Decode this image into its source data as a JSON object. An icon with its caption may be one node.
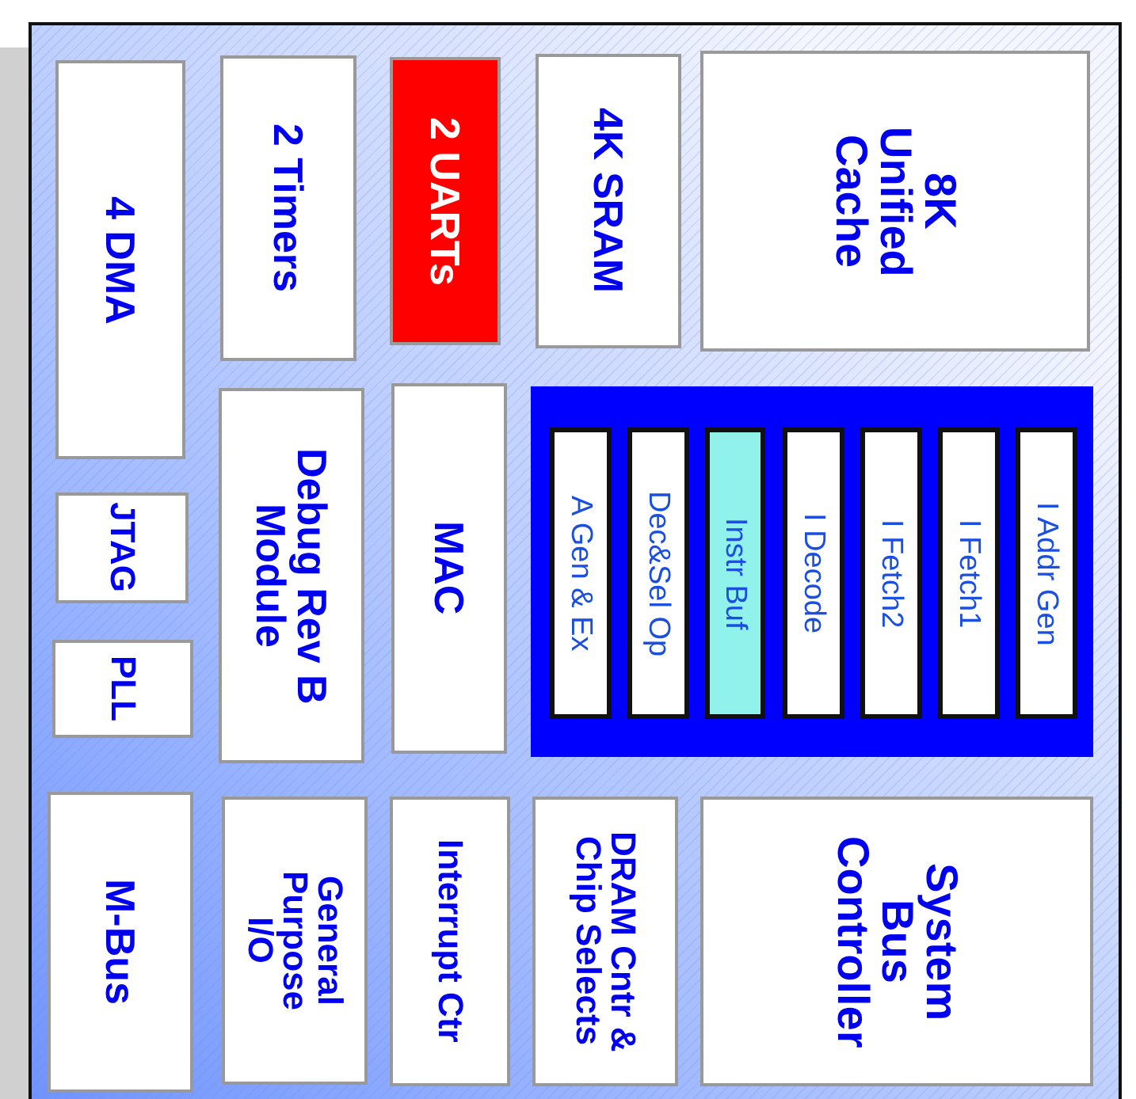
{
  "diagram": {
    "nodes": [
      {
        "text": [
          "4 DMA"
        ]
      },
      {
        "text": [
          "2 Timers"
        ]
      },
      {
        "text": [
          "2 UARTs"
        ]
      },
      {
        "text": [
          "4K SRAM"
        ]
      },
      {
        "text": [
          "8K Unified Cache"
        ]
      },
      {
        "text": [
          "JTAG"
        ]
      },
      {
        "text": [
          "PLL"
        ]
      },
      {
        "text": [
          "Debug Rev B Module"
        ]
      },
      {
        "text": [
          "MAC"
        ]
      },
      {
        "text": [],
        "shape": "box"
      },
      {
        "text": [
          "A Gen & Ex"
        ],
        "in": 9
      },
      {
        "text": [
          "Dec&Sel Op"
        ],
        "in": 9
      },
      {
        "text": [
          "Instr Buf"
        ],
        "in": 9
      },
      {
        "text": [
          "I Decode"
        ],
        "in": 9
      },
      {
        "text": [
          "I Fetch2"
        ],
        "in": 9
      },
      {
        "text": [
          "I Fetch1"
        ],
        "in": 9
      },
      {
        "text": [
          "I Addr Gen"
        ],
        "in": 9
      },
      {
        "text": [
          "M-Bus"
        ]
      },
      {
        "text": [
          "General Purpose I/O"
        ]
      },
      {
        "text": [
          "Interrupt Ctr"
        ]
      },
      {
        "text": [
          "DRAM Cntr & Chip Selects"
        ]
      },
      {
        "text": [
          "System Bus Controller"
        ]
      }
    ]
  }
}
